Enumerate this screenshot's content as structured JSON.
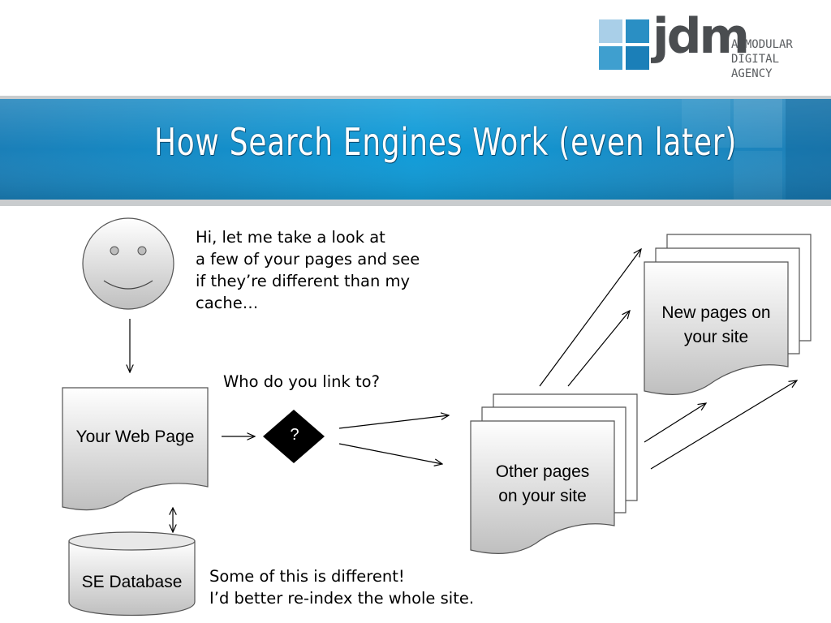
{
  "logo": {
    "word": "jdm",
    "tagline_1": "A MODULAR",
    "tagline_2": "DIGITAL AGENCY",
    "colors": [
      "#9ec7e3",
      "#2a8fc4",
      "#3f9fcf",
      "#7bb8dd"
    ]
  },
  "slide": {
    "title": "How Search Engines Work (even later)",
    "banner_color": "#1a86c2"
  },
  "diagram": {
    "speech_1": [
      "Hi, let me take a look at",
      "a few of your pages and see",
      "if they’re different than my",
      "cache…"
    ],
    "link_question": "Who do you link to?",
    "web_page": "Your Web Page",
    "decision": "?",
    "database": "SE Database",
    "other_pages": [
      "Other pages",
      "on your site"
    ],
    "new_pages": [
      "New pages on",
      "your site"
    ],
    "speech_2": [
      "Some of this is different!",
      "I’d better re-index the whole site."
    ]
  }
}
